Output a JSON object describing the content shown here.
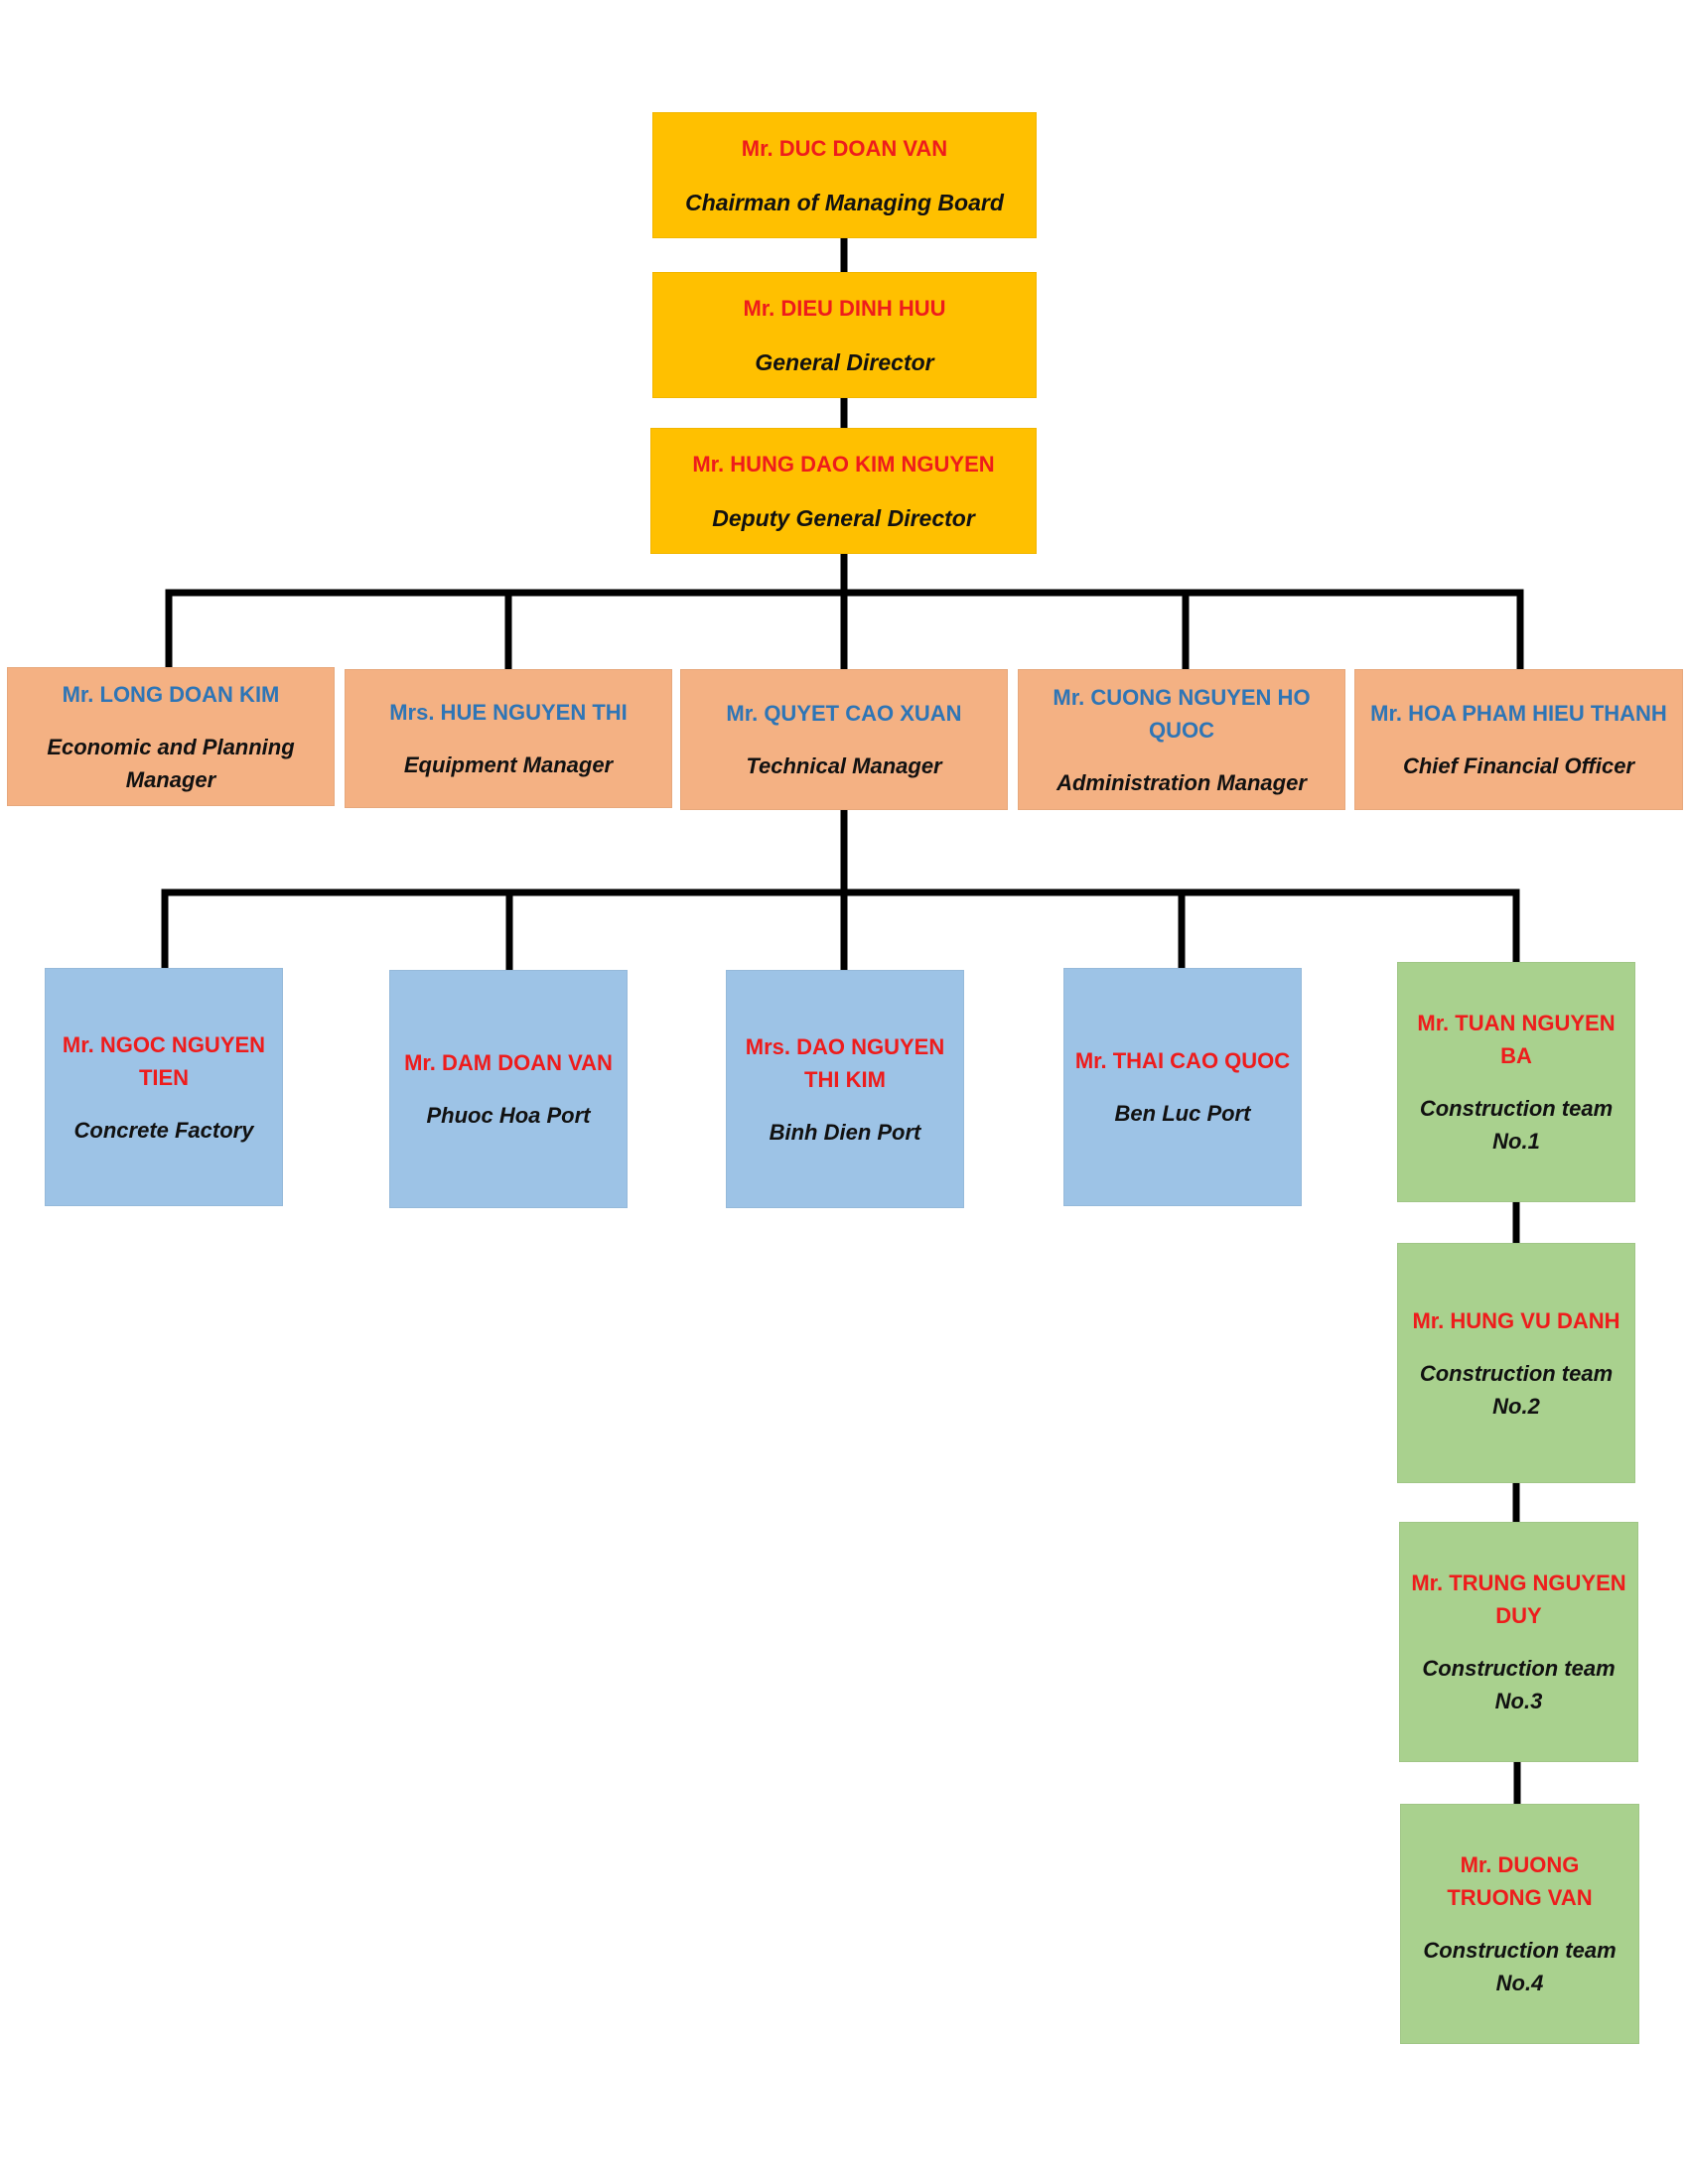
{
  "org_chart": {
    "executives": [
      {
        "name": "Mr. DUC DOAN VAN",
        "role": "Chairman of Managing Board"
      },
      {
        "name": "Mr. DIEU DINH HUU",
        "role": "General Director"
      },
      {
        "name": "Mr. HUNG DAO KIM NGUYEN",
        "role": "Deputy General Director"
      }
    ],
    "managers": [
      {
        "name": "Mr. LONG DOAN KIM",
        "role": "Economic and Planning Manager"
      },
      {
        "name": "Mrs. HUE NGUYEN THI",
        "role": "Equipment Manager"
      },
      {
        "name": "Mr. QUYET CAO XUAN",
        "role": "Technical Manager"
      },
      {
        "name": "Mr. CUONG NGUYEN HO QUOC",
        "role": "Administration Manager"
      },
      {
        "name": "Mr. HOA PHAM HIEU THANH",
        "role": "Chief Financial Officer"
      }
    ],
    "units": [
      {
        "name": "Mr. NGOC NGUYEN TIEN",
        "role": "Concrete Factory"
      },
      {
        "name": "Mr. DAM DOAN VAN",
        "role": "Phuoc Hoa Port"
      },
      {
        "name": "Mrs. DAO NGUYEN THI KIM",
        "role": "Binh Dien Port"
      },
      {
        "name": "Mr. THAI CAO QUOC",
        "role": "Ben Luc Port"
      }
    ],
    "construction_teams": [
      {
        "name": "Mr. TUAN NGUYEN BA",
        "role": "Construction team No.1"
      },
      {
        "name": "Mr. HUNG VU DANH",
        "role": "Construction team No.2"
      },
      {
        "name": "Mr. TRUNG NGUYEN DUY",
        "role": "Construction team No.3"
      },
      {
        "name": "Mr. DUONG TRUONG VAN",
        "role": "Construction team No.4"
      }
    ]
  },
  "colors": {
    "executive_box": "#ffc000",
    "manager_box": "#f4b183",
    "unit_box": "#9dc3e6",
    "team_box": "#a9d18e",
    "red_name": "#ee1c1c",
    "blue_name": "#2e75b6",
    "connector": "#000000"
  }
}
